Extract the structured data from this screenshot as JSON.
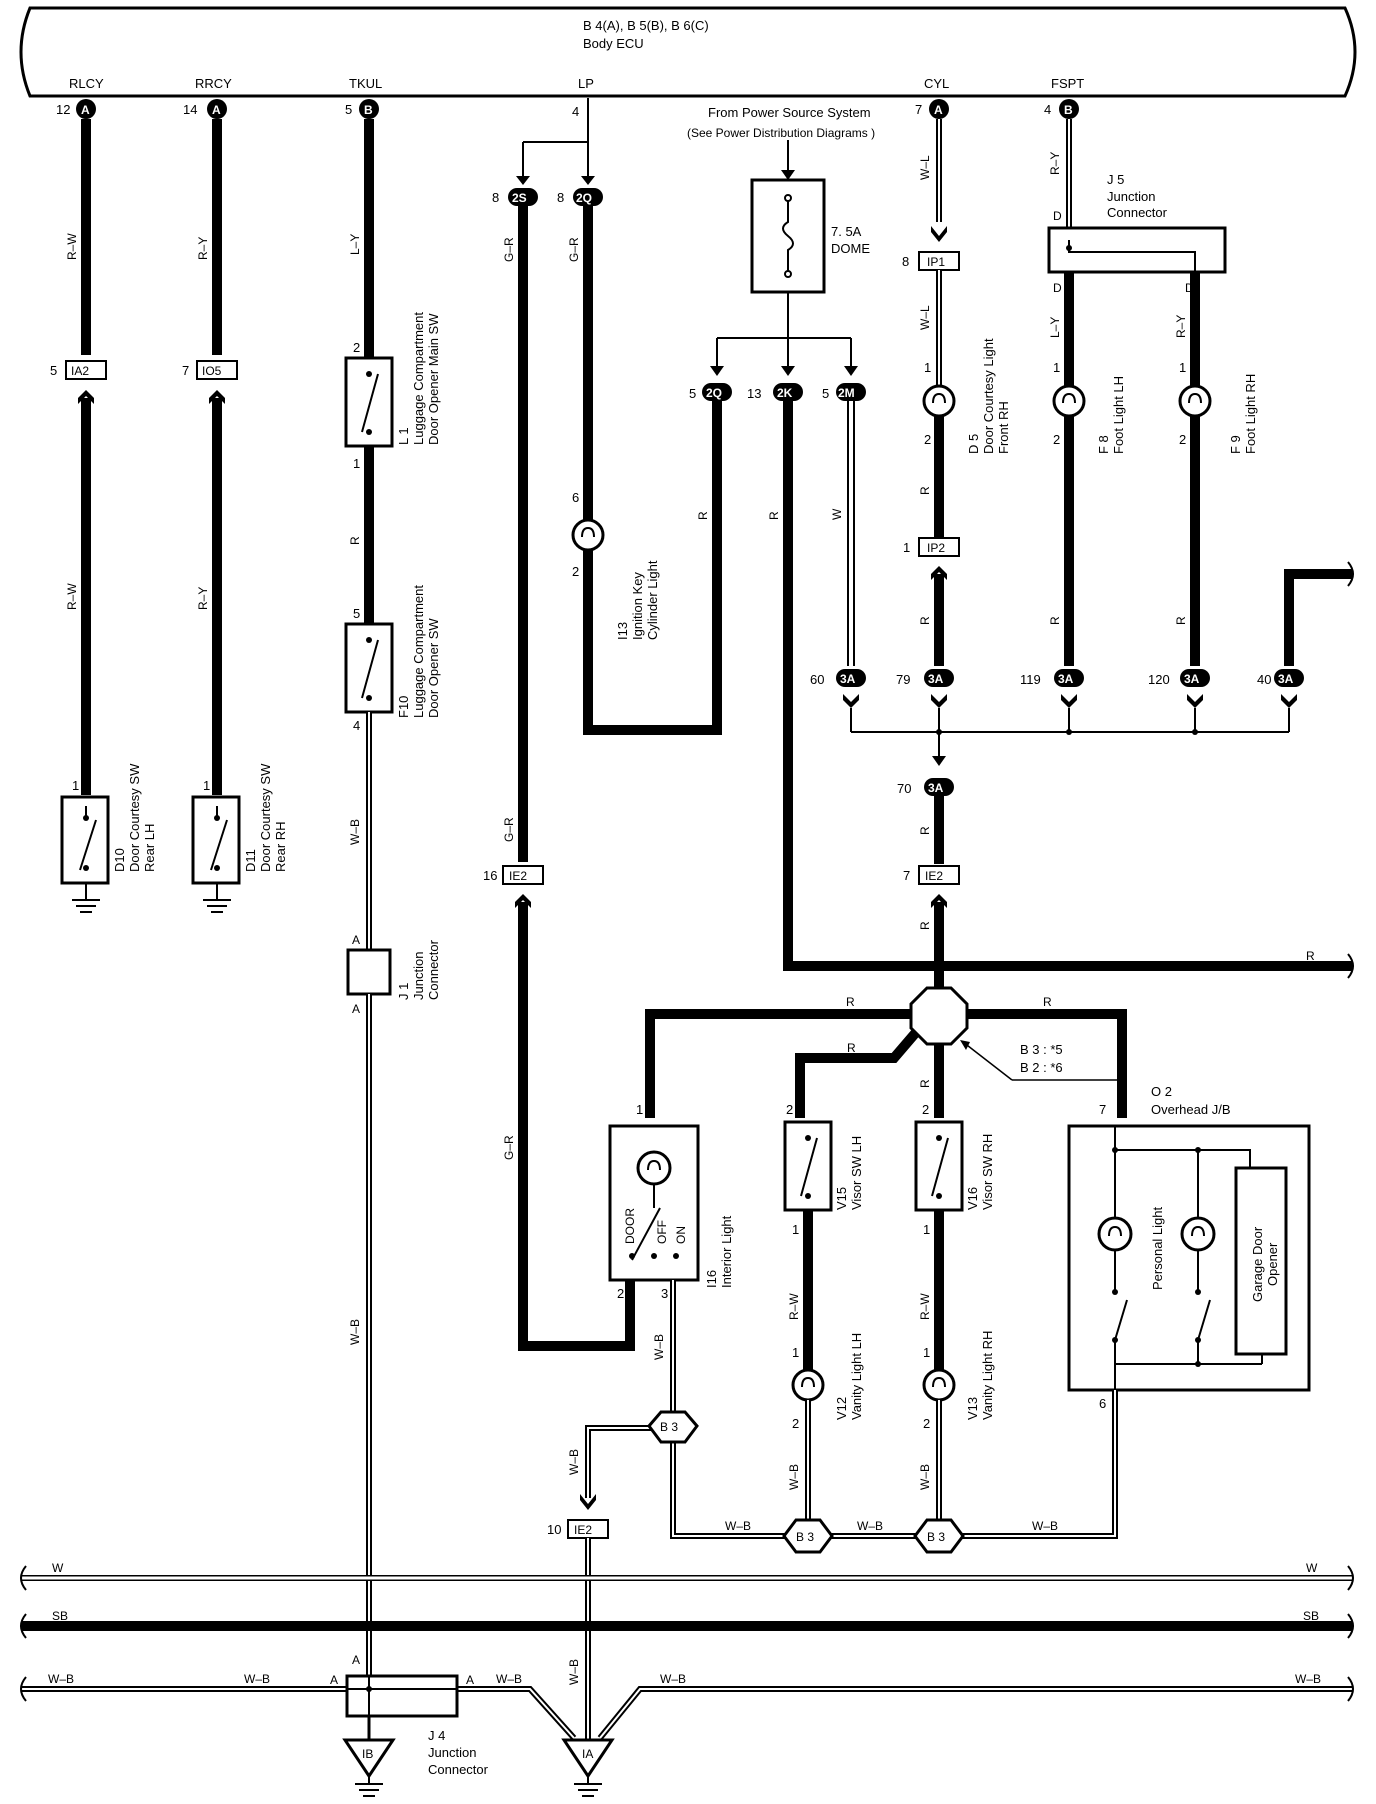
{
  "ecu": {
    "line1": "B 4(A), B 5(B), B 6(C)",
    "line2": "Body ECU"
  },
  "ecu_terminals": [
    {
      "name": "RLCY",
      "pin": "12",
      "cav": "A"
    },
    {
      "name": "RRCY",
      "pin": "14",
      "cav": "A"
    },
    {
      "name": "TKUL",
      "pin": "5",
      "cav": "B"
    },
    {
      "name": "LP",
      "pin": "4",
      "cav": ""
    },
    {
      "name": "CYL",
      "pin": "7",
      "cav": "A"
    },
    {
      "name": "FSPT",
      "pin": "4",
      "cav": "B"
    }
  ],
  "power_source": {
    "line1": "From Power Source System",
    "line2": "(See Power Distribution Diagrams )"
  },
  "fuse": {
    "rating": "7. 5A",
    "name": "DOME"
  },
  "connectors": {
    "IA2": "IA2",
    "IO5": "IO5",
    "IP1": "IP1",
    "IP2": "IP2",
    "IE2": "IE2",
    "c2S": "2S",
    "c2Q": "2Q",
    "c2K": "2K",
    "c2M": "2M",
    "c3A": "3A",
    "B3": "B 3"
  },
  "pins": {
    "p5": "5",
    "p7": "7",
    "p8": "8",
    "p8b": "8",
    "p5b": "5",
    "p13": "13",
    "p5c": "5",
    "p1": "1",
    "p2": "2",
    "p6": "6",
    "p60": "60",
    "p79": "79",
    "p119": "119",
    "p120": "120",
    "p40": "40",
    "p70": "70",
    "p7b": "7",
    "p16": "16",
    "p10": "10",
    "p3": "3",
    "p4": "4"
  },
  "components": {
    "D10": {
      "id": "D10",
      "l1": "Door Courtesy SW",
      "l2": "Rear LH"
    },
    "D11": {
      "id": "D11",
      "l1": "Door Courtesy SW",
      "l2": "Rear RH"
    },
    "L1": {
      "id": "L 1",
      "l1": "Luggage Compartment",
      "l2": "Door Opener Main SW"
    },
    "F10": {
      "id": "F10",
      "l1": "Luggage Compartment",
      "l2": "Door Opener SW"
    },
    "J1": {
      "id": "J 1",
      "l1": "Junction",
      "l2": "Connector"
    },
    "I13": {
      "id": "I13",
      "l1": "Ignition Key",
      "l2": "Cylinder Light"
    },
    "D5": {
      "id": "D 5",
      "l1": "Door Courtesy Light",
      "l2": "Front RH"
    },
    "F8": {
      "id": "F 8",
      "l1": "Foot Light LH"
    },
    "F9": {
      "id": "F 9",
      "l1": "Foot Light RH"
    },
    "J5": {
      "id": "J 5",
      "l1": "Junction",
      "l2": "Connector"
    },
    "I16": {
      "id": "I16",
      "l1": "Interior Light",
      "door": "DOOR",
      "off": "OFF",
      "on": "ON"
    },
    "V15": {
      "id": "V15",
      "l1": "Visor SW LH"
    },
    "V16": {
      "id": "V16",
      "l1": "Visor SW RH"
    },
    "V12": {
      "id": "V12",
      "l1": "Vanity Light LH"
    },
    "V13": {
      "id": "V13",
      "l1": "Vanity Light RH"
    },
    "O2": {
      "id": "O 2",
      "l1": "Overhead J/B",
      "personal": "Personal Light",
      "garage1": "Garage Door",
      "garage2": "Opener"
    },
    "J4": {
      "id": "J 4",
      "l1": "Junction",
      "l2": "Connector"
    }
  },
  "splice_note": {
    "l1": "B 3 : *5",
    "l2": "B 2 : *6"
  },
  "wire_colors": {
    "RW": "R–W",
    "RY": "R–Y",
    "LY": "L–Y",
    "GR": "G–R",
    "WL": "W–L",
    "R": "R",
    "W": "W",
    "WB": "W–B",
    "SB": "SB"
  },
  "terminal_letters": {
    "A": "A",
    "D": "D"
  },
  "grounds": {
    "IB": "IB",
    "IA": "IA"
  }
}
